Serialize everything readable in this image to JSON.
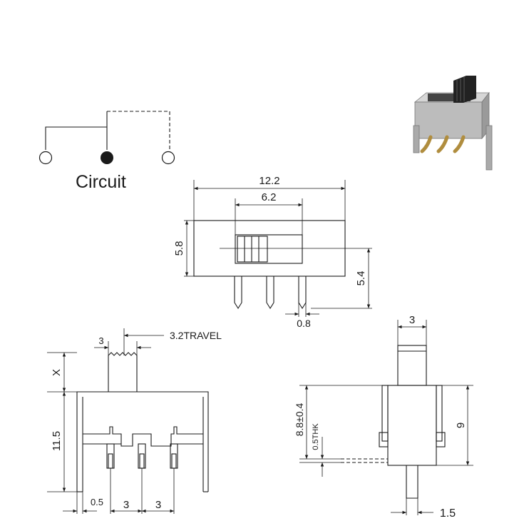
{
  "circuit": {
    "label": "Circuit"
  },
  "front_view": {
    "width_overall": "12.2",
    "slot_width": "6.2",
    "body_height": "5.8",
    "pin_height": "5.4",
    "pin_width": "0.8"
  },
  "side_view": {
    "actuator_width": "3",
    "travel": "3.2TRAVEL",
    "actuator_height": "X",
    "body_height": "11.5",
    "pin_thickness": "0.5",
    "pin_pitch_1": "3",
    "pin_pitch_2": "3"
  },
  "end_view": {
    "actuator_width": "3",
    "body_height": "9",
    "height_tol": "8.8±0.4",
    "thk": "0.5THK",
    "pin_width": "1.5"
  },
  "colors": {
    "line": "#1a1a1a",
    "photo_body": "#b8b8b8",
    "photo_actuator": "#222222",
    "photo_pins": "#c8a85a"
  }
}
